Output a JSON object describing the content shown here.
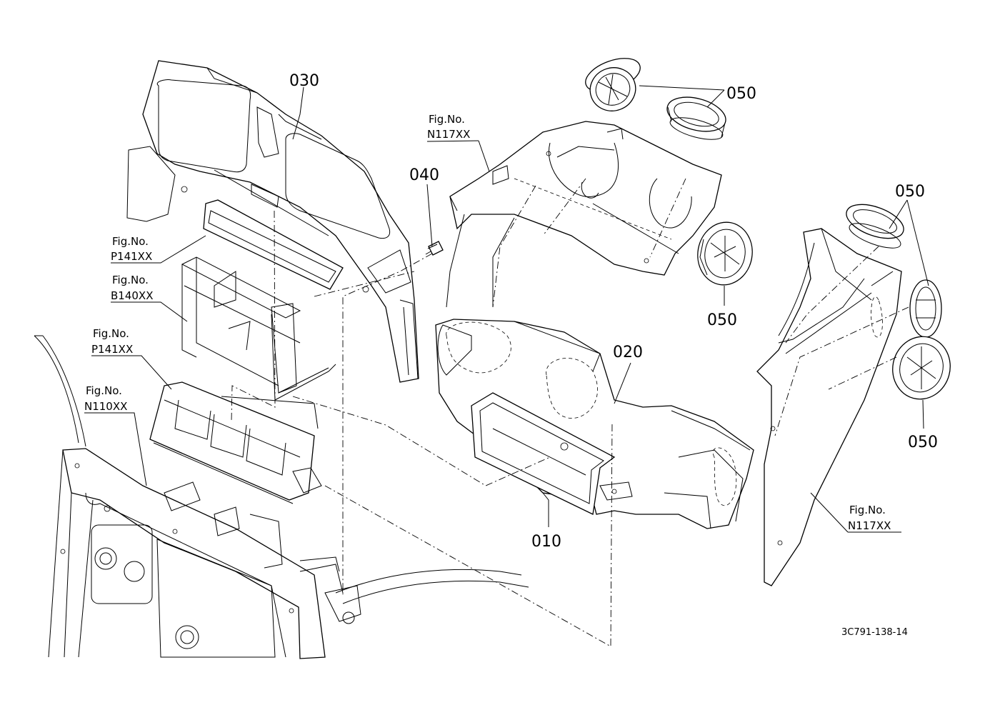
{
  "parts": {
    "p010": "010",
    "p020": "020",
    "p030": "030",
    "p040": "040",
    "p050a": "050",
    "p050b": "050",
    "p050c": "050",
    "p050d": "050"
  },
  "figrefs": {
    "n117_top": {
      "label": "Fig.No.",
      "code": "N117XX"
    },
    "p141_top": {
      "label": "Fig.No.",
      "code": "P141XX"
    },
    "b140": {
      "label": "Fig.No.",
      "code": "B140XX"
    },
    "p141_mid": {
      "label": "Fig.No.",
      "code": "P141XX"
    },
    "n110": {
      "label": "Fig.No.",
      "code": "N110XX"
    },
    "n117_right": {
      "label": "Fig.No.",
      "code": "N117XX"
    }
  },
  "drawing_code": "3C791-138-14"
}
